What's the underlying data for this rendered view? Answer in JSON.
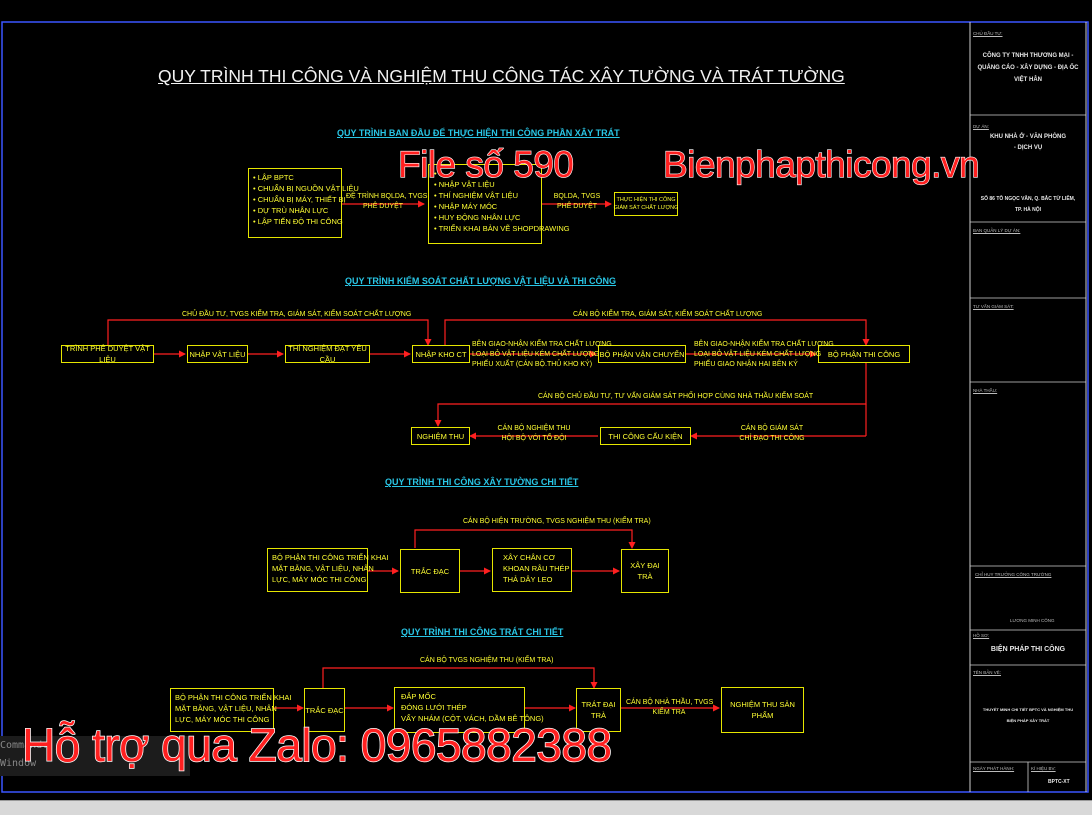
{
  "title": "QUY TRÌNH THI CÔNG VÀ NGHIỆM THU CÔNG TÁC XÂY TƯỜNG VÀ TRÁT TƯỜNG",
  "watermarks": {
    "file": "File số 590",
    "site": "Bienphapthicong.vn",
    "zalo": "Hỗ trợ qua Zalo: 0965882388"
  },
  "colors": {
    "background": "#000000",
    "box_border": "#e6e600",
    "text": "#ffff33",
    "arrow": "#ff2020",
    "section_title": "#29c6e6",
    "frame": "#3b55ff"
  },
  "section1": {
    "title": "QUY TRÌNH BAN ĐẦU ĐỂ THỰC HIỆN THI CÔNG PHẦN XÂY TRÁT",
    "box1": [
      "• LẬP BPTC",
      "• CHUẨN BỊ NGUỒN VẬT LIỆU",
      "• CHUẨN BỊ MÁY, THIẾT BỊ",
      "• DỰ TRÙ NHÂN LỰC",
      "• LẬP TIẾN ĐỘ THI CÔNG"
    ],
    "arrow1": [
      "ĐỆ TRÌNH BQLDA, TVGS",
      "PHÊ DUYỆT"
    ],
    "box2": [
      "• ...",
      "• NHẬP VẬT LIỆU",
      "• THÍ NGHIỆM VẬT LIỆU",
      "• NHẬP MÁY MÓC",
      "• HUY ĐỘNG NHÂN LỰC",
      "• TRIỂN KHAI BẢN VẼ SHOPDRAWING"
    ],
    "arrow2": [
      "BQLDA, TVGS",
      "PHÊ DUYỆT"
    ],
    "box3": [
      "THỰC HIỆN THI CÔNG",
      "GIÁM SÁT CHẤT LƯỢNG"
    ]
  },
  "section2": {
    "title": "QUY TRÌNH KIỂM SOÁT CHẤT LƯỢNG VẬT LIỆU VÀ THI CÔNG",
    "top_left": "CHỦ ĐẦU TƯ, TVGS KIỂM TRA, GIÁM SÁT, KIỂM SOÁT CHẤT LƯỢNG",
    "top_right": "CÁN BỘ KIỂM TRA, GIÁM SÁT, KIỂM SOÁT CHẤT LƯỢNG",
    "boxes": [
      "TRÌNH PHÊ DUYỆT VẬT LIỆU",
      "NHẬP VẬT LIỆU",
      "THÍ NGHIỆM ĐẠT YÊU CẦU",
      "NHẬP KHO CT",
      "BỘ PHẬN VẬN CHUYỂN",
      "BỘ PHẬN THI CÔNG"
    ],
    "mid1": [
      "BÊN GIAO-NHẬN KIỂM TRA CHẤT LƯỢNG",
      "LOẠI BỎ VẬT LIỆU KÉM CHẤT LƯỢNG",
      "PHIẾU XUẤT (CÁN BỘ.THỦ KHO KÝ)"
    ],
    "mid2": [
      "BÊN GIAO-NHẬN KIỂM TRA CHẤT LƯỢNG",
      "LOẠI BỎ VẬT LIỆU KÉM CHẤT LƯỢNG",
      "PHIẾU GIAO NHẬN HAI BÊN KÝ"
    ],
    "bottom_line": "CÁN BỘ CHỦ ĐẦU TƯ, TƯ VẤN GIÁM SÁT PHỐI HỢP CÙNG NHÀ THẦU KIỂM SOÁT",
    "box_nghiemthu": "NGHIỆM THU",
    "box_thicong": "THI CÔNG CẤU KIỆN",
    "lbl_left": [
      "CÁN BỘ NGHIỆM THU",
      "HỘI BỘ VỚI TỔ ĐỘI"
    ],
    "lbl_right": [
      "CÁN BỘ GIÁM SÁT",
      "CHỈ ĐẠO THI CÔNG"
    ]
  },
  "section3": {
    "title": "QUY TRÌNH THI CÔNG XÂY TƯỜNG CHI TIẾT",
    "top": "CÁN BỘ HIỆN TRƯỜNG, TVGS NGHIỆM THU (KIỂM TRA)",
    "box1": [
      "BỘ PHẬN THI CÔNG TRIỂN KHAI",
      "MẶT BẰNG, VẬT LIỆU, NHÂN",
      "LỰC, MÁY MÓC THI CÔNG"
    ],
    "box2": "TRẮC ĐẠC",
    "box3": [
      "XÂY CHÂN CƠ",
      "KHOAN RÂU THÉP",
      "THẢ DÂY LEO"
    ],
    "box4": "XÂY ĐẠI TRÀ"
  },
  "section4": {
    "title": "QUY TRÌNH THI CÔNG TRÁT CHI TIẾT",
    "top": "CÁN BỘ TVGS NGHIỆM THU (KIỂM TRA)",
    "box1": [
      "BỘ PHẬN THI CÔNG TRIỂN KHAI",
      "MẶT BẰNG, VẬT LIỆU, NHÂN",
      "LỰC, MÁY MÓC THI CÔNG"
    ],
    "box2": "TRẮC ĐẠC",
    "box3": [
      "ĐẮP MỐC",
      "ĐÓNG LƯỚI THÉP",
      "VẨY NHÁM (CỘT, VÁCH, DẦM BÊ TÔNG)"
    ],
    "box4": "TRÁT ĐẠI TRÀ",
    "arrow": [
      "CÁN BỘ NHÀ THẦU, TVGS",
      "KIỂM TRA"
    ],
    "box5": "NGHIỆM THU SẢN PHẨM"
  },
  "titleblock": {
    "chu_dau_tu_label": "CHỦ ĐẦU TƯ:",
    "chu_dau_tu": [
      "CÔNG TY TNHH THƯƠNG MẠI -",
      "QUẢNG CÁO - XÂY DỰNG - ĐỊA ỐC",
      "VIỆT HÂN"
    ],
    "du_an_label": "DỰ ÁN:",
    "du_an": [
      "KHU NHÀ Ở - VĂN PHÒNG",
      "- DỊCH VỤ"
    ],
    "dia_diem": [
      "SỐ 86 TÔ NGỌC VÂN, Q. BẮC TỪ LIÊM,",
      "TP. HÀ NỘI"
    ],
    "ban_qly_label": "BAN QUẢN LÝ DỰ ÁN:",
    "tu_van_label": "TƯ VẤN GIÁM SÁT:",
    "nha_thau_label": "NHÀ THẦU:",
    "chi_huy_label": "CHỈ HUY TRƯỞNG CÔNG TRƯỜNG",
    "chi_huy_name": "LƯƠNG MINH CÔNG",
    "ho_so_label": "HỒ SƠ:",
    "ho_so": "BIỆN PHÁP THI CÔNG",
    "ten_ban_ve_label": "TÊN BẢN VẼ:",
    "ten_ban_ve": [
      "THUYẾT MINH CHI TIẾT BPTC VÀ NGHIỆM THU",
      "BIỆN PHÁP XÂY TRÁT"
    ],
    "ngay_label": "NGÀY PHÁT HÀNH:",
    "so_hieu_label": "KÍ HIỆU BV:",
    "so_hieu": "BPTC-XT"
  },
  "cmd": {
    "line1": "Command:",
    "line2": "Window"
  }
}
